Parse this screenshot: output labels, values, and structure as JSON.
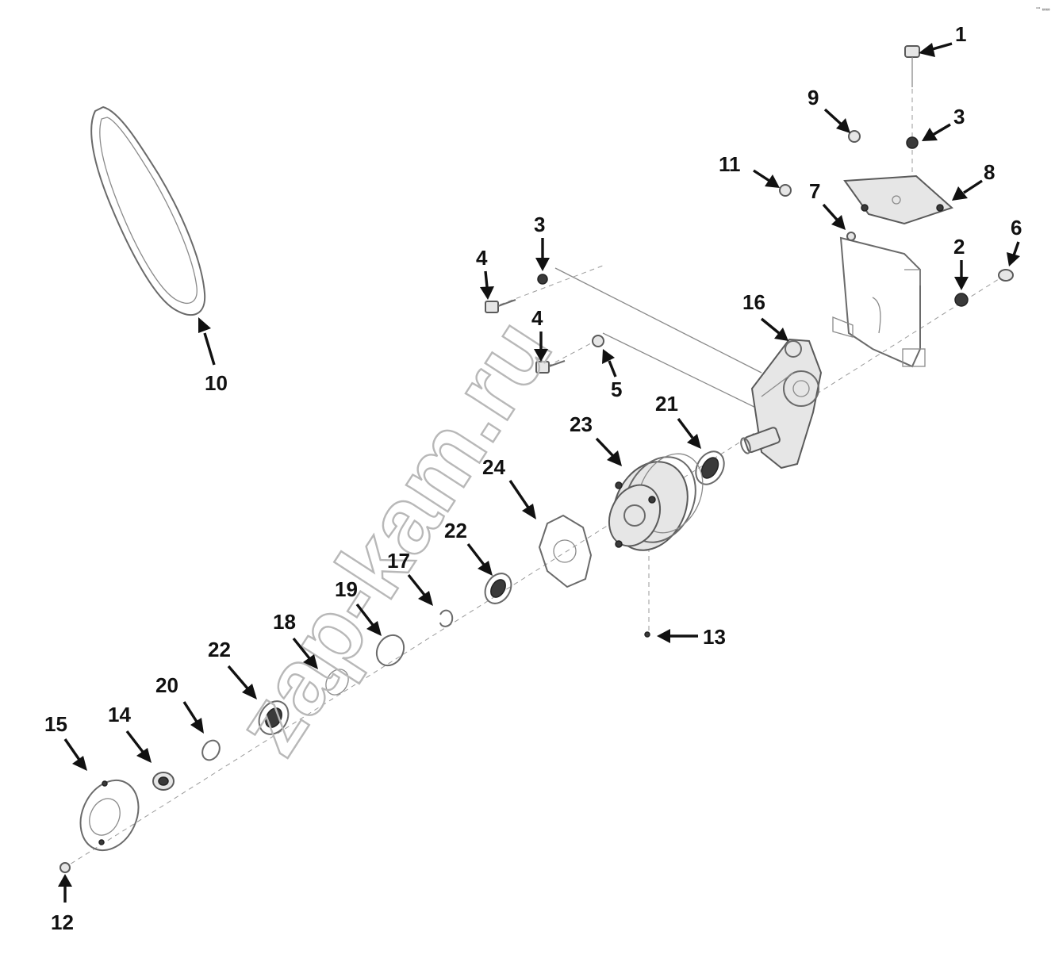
{
  "corner_mark": "°° ∞∞",
  "watermark": "zap-kam.ru",
  "callouts": [
    {
      "id": "c1",
      "label": "1"
    },
    {
      "id": "c2",
      "label": "2"
    },
    {
      "id": "c3a",
      "label": "3"
    },
    {
      "id": "c3b",
      "label": "3"
    },
    {
      "id": "c4a",
      "label": "4"
    },
    {
      "id": "c4b",
      "label": "4"
    },
    {
      "id": "c5",
      "label": "5"
    },
    {
      "id": "c6",
      "label": "6"
    },
    {
      "id": "c7",
      "label": "7"
    },
    {
      "id": "c8",
      "label": "8"
    },
    {
      "id": "c9",
      "label": "9"
    },
    {
      "id": "c10",
      "label": "10"
    },
    {
      "id": "c11",
      "label": "11"
    },
    {
      "id": "c12",
      "label": "12"
    },
    {
      "id": "c13",
      "label": "13"
    },
    {
      "id": "c14",
      "label": "14"
    },
    {
      "id": "c15",
      "label": "15"
    },
    {
      "id": "c16",
      "label": "16"
    },
    {
      "id": "c17",
      "label": "17"
    },
    {
      "id": "c18",
      "label": "18"
    },
    {
      "id": "c19",
      "label": "19"
    },
    {
      "id": "c20",
      "label": "20"
    },
    {
      "id": "c21",
      "label": "21"
    },
    {
      "id": "c22a",
      "label": "22"
    },
    {
      "id": "c22b",
      "label": "22"
    },
    {
      "id": "c23",
      "label": "23"
    },
    {
      "id": "c24",
      "label": "24"
    }
  ]
}
